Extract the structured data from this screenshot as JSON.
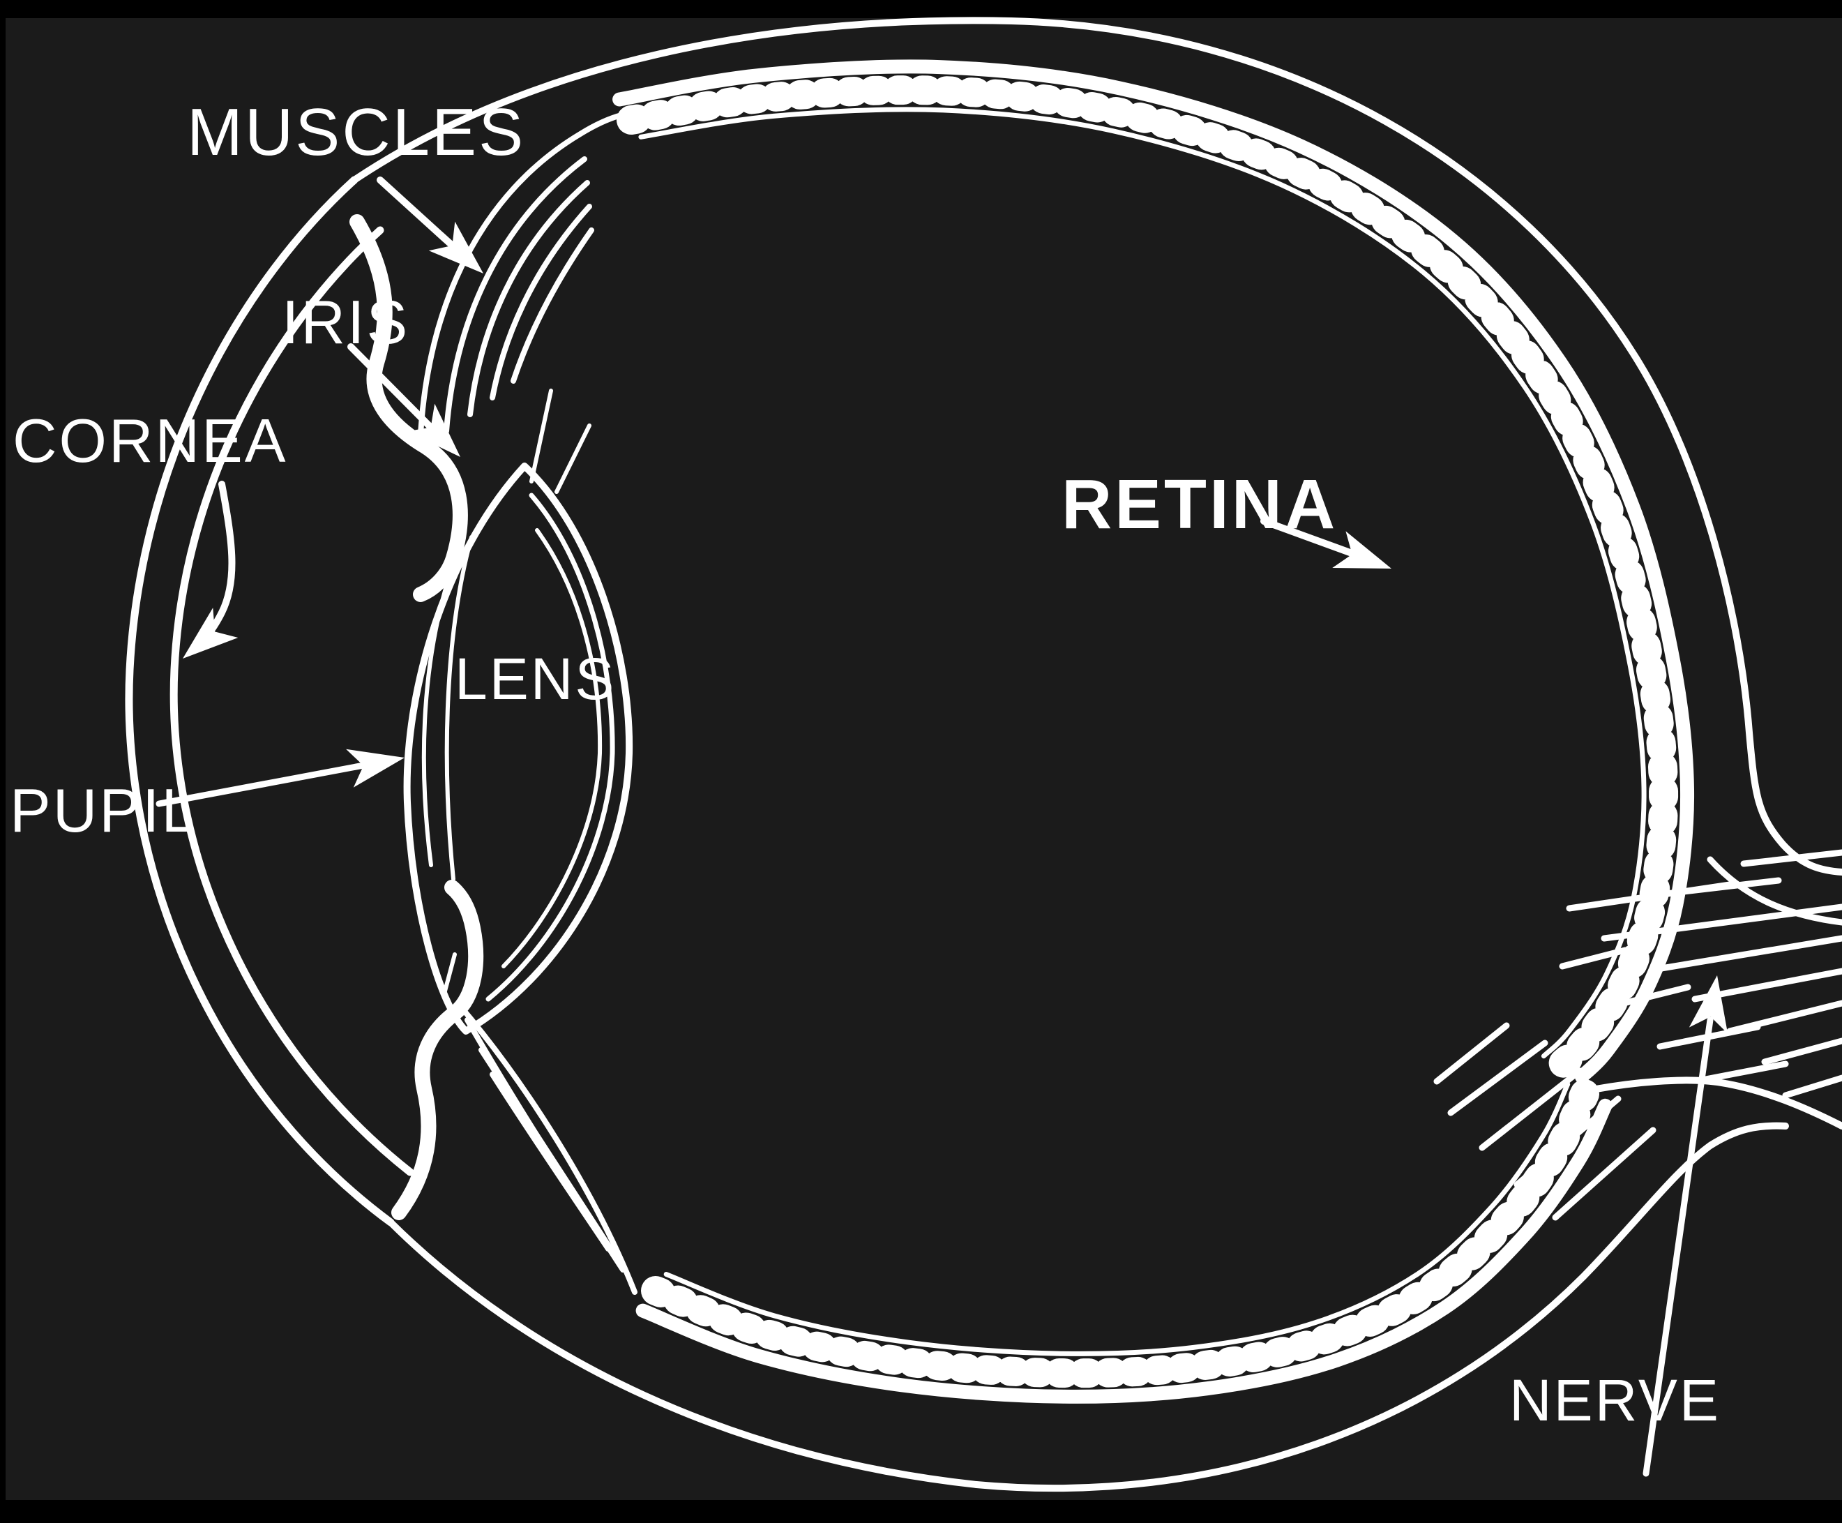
{
  "figure": {
    "kind": "anatomical line diagram",
    "subject": "cross-section of the human eye"
  },
  "colors": {
    "background": "#000000",
    "canvas": "#1b1b1b",
    "line": "#ffffff"
  },
  "labels": {
    "muscles": {
      "text": "MUSCLES"
    },
    "iris": {
      "text": "IRIS"
    },
    "cornea": {
      "text": "CORNEA"
    },
    "pupil": {
      "text": "PUPIL"
    },
    "lens": {
      "text": "LENS"
    },
    "retina": {
      "text": "RETINA"
    },
    "nerve": {
      "text": "NERVE"
    }
  }
}
